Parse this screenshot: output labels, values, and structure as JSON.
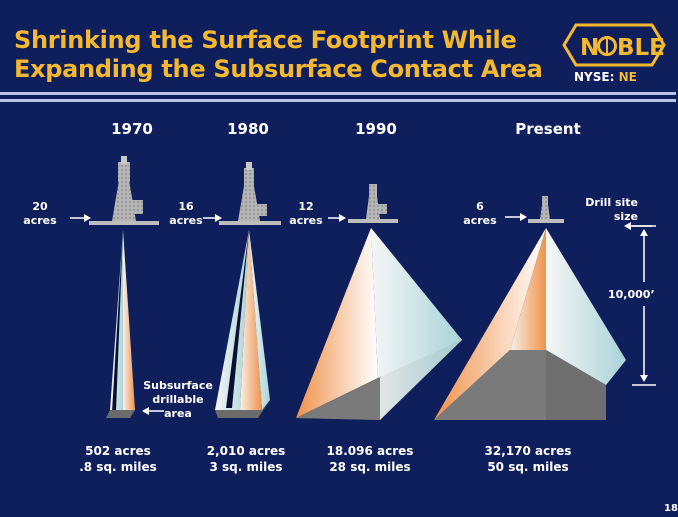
{
  "title": {
    "line1": "Shrinking the Surface Footprint While",
    "line2": "Expanding the Subsurface Contact Area"
  },
  "logo": {
    "text": "N",
    "text_o": "O",
    "text_rest": "BLE",
    "exchange": "NYSE:",
    "symbol": "NE"
  },
  "colors": {
    "background": "#0f1f5c",
    "title": "#f5b82e",
    "accent": "#f5a24a"
  },
  "eras": [
    {
      "year": "1970",
      "surface": "20",
      "surface_unit": "acres",
      "subsurface": "502 acres",
      "sq_miles": ".8 sq. miles"
    },
    {
      "year": "1980",
      "surface": "16",
      "surface_unit": "acres",
      "subsurface": "2,010 acres",
      "sq_miles": "3 sq. miles"
    },
    {
      "year": "1990",
      "surface": "12",
      "surface_unit": "acres",
      "subsurface": "18.096 acres",
      "sq_miles": "28 sq. miles"
    },
    {
      "year": "Present",
      "surface": "6",
      "surface_unit": "acres",
      "subsurface": "32,170 acres",
      "sq_miles": "50 sq. miles"
    }
  ],
  "annotations": {
    "drill_site_line1": "Drill site",
    "drill_site_line2": "size",
    "depth": "10,000’",
    "subsurface_line1": "Subsurface",
    "subsurface_line2": "drillable",
    "subsurface_line3": "area"
  },
  "page_number": "18"
}
